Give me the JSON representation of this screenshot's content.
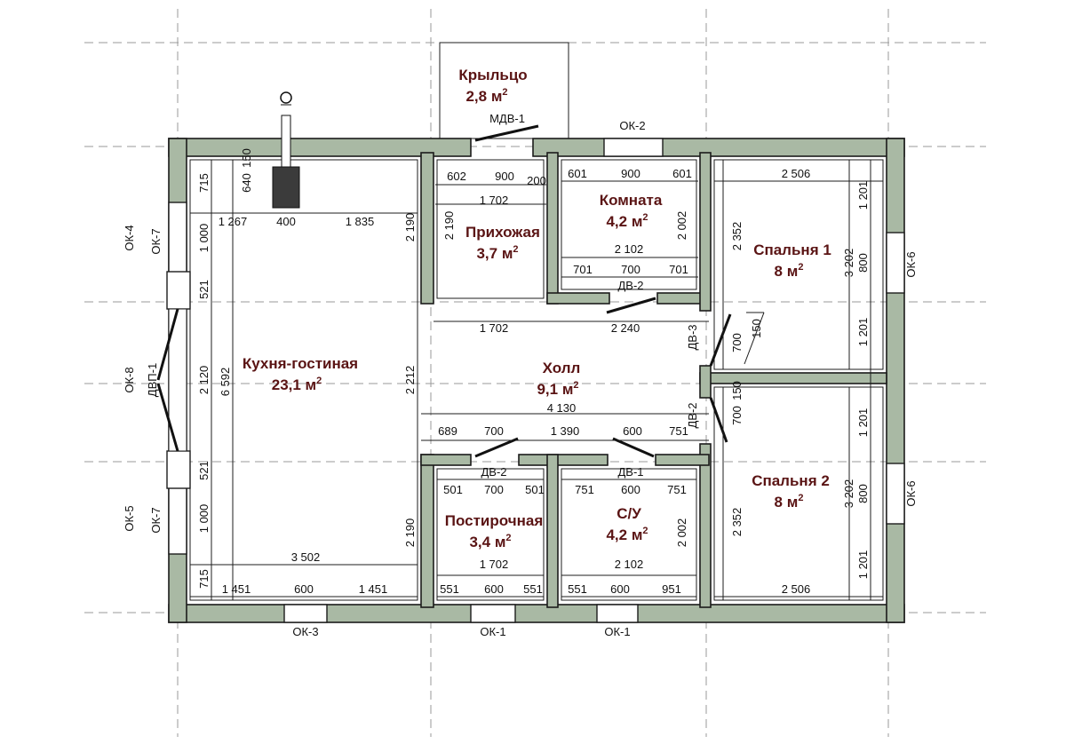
{
  "rooms": {
    "porch": {
      "name": "Крыльцо",
      "area": "2,8 м"
    },
    "hallway": {
      "name": "Прихожая",
      "area": "3,7 м"
    },
    "room": {
      "name": "Комната",
      "area": "4,2 м"
    },
    "bedroom1": {
      "name": "Спальня 1",
      "area": "8 м"
    },
    "kitchen": {
      "name": "Кухня-гостиная",
      "area": "23,1 м"
    },
    "hall": {
      "name": "Холл",
      "area": "9,1 м"
    },
    "laundry": {
      "name": "Постирочная",
      "area": "3,4 м"
    },
    "bath": {
      "name": "С/У",
      "area": "4,2 м"
    },
    "bedroom2": {
      "name": "Спальня 2",
      "area": "8 м"
    }
  },
  "area_sup": "2",
  "labels": {
    "mdv1": "МДВ-1",
    "ok2": "ОК-2",
    "ok4": "ОК-4",
    "ok7_top": "ОК-7",
    "ok8": "ОК-8",
    "dvp1": "ДВП-1",
    "ok5": "ОК-5",
    "ok7_bottom": "ОК-7",
    "ok3": "ОК-3",
    "ok1_left": "ОК-1",
    "ok1_right": "ОК-1",
    "ok6_top": "ОК-6",
    "ok6_bottom": "ОК-6",
    "dv2_room": "ДВ-2",
    "dv3": "ДВ-3",
    "dv2_right": "ДВ-2",
    "dv2_laundry": "ДВ-2",
    "dv1_bath": "ДВ-1"
  },
  "dims": {
    "d602": "602",
    "d900a": "900",
    "d200": "200",
    "d1702a": "1 702",
    "d601a": "601",
    "d900b": "900",
    "d601b": "601",
    "d2506a": "2 506",
    "d715a": "715",
    "d640": "640",
    "d150a": "150",
    "d1267": "1 267",
    "d400": "400",
    "d1835": "1 835",
    "d2190a": "2 190",
    "d2190b": "2 190",
    "d2002a": "2 002",
    "d2102a": "2 102",
    "d2352a": "2 352",
    "d1201a": "1 201",
    "d800a": "800",
    "d3202a": "3 202",
    "d1201b": "1 201",
    "d701a": "701",
    "d700a": "700",
    "d701b": "701",
    "d1000a": "1 000",
    "d521a": "521",
    "d2120": "2 120",
    "d6592": "6 592",
    "d2212": "2 212",
    "d1702b": "1 702",
    "d2240": "2 240",
    "d700b": "700",
    "d150b": "150",
    "d4130": "4 130",
    "d689": "689",
    "d700c": "700",
    "d1390": "1 390",
    "d600a": "600",
    "d751a": "751",
    "d700d": "700",
    "d150c": "150",
    "d521b": "521",
    "d501a": "501",
    "d700e": "700",
    "d501b": "501",
    "d751b": "751",
    "d600b": "600",
    "d751c": "751",
    "d1201c": "1 201",
    "d800b": "800",
    "d3202b": "3 202",
    "d1201d": "1 201",
    "d2352b": "2 352",
    "d1000b": "1 000",
    "d2190c": "2 190",
    "d2002b": "2 002",
    "d3502": "3 502",
    "d1702c": "1 702",
    "d2102b": "2 102",
    "d715b": "715",
    "d1451a": "1 451",
    "d600c": "600",
    "d1451b": "1 451",
    "d551a": "551",
    "d600d": "600",
    "d551b": "551",
    "d551c": "551",
    "d600e": "600",
    "d951": "951",
    "d2506b": "2 506"
  }
}
